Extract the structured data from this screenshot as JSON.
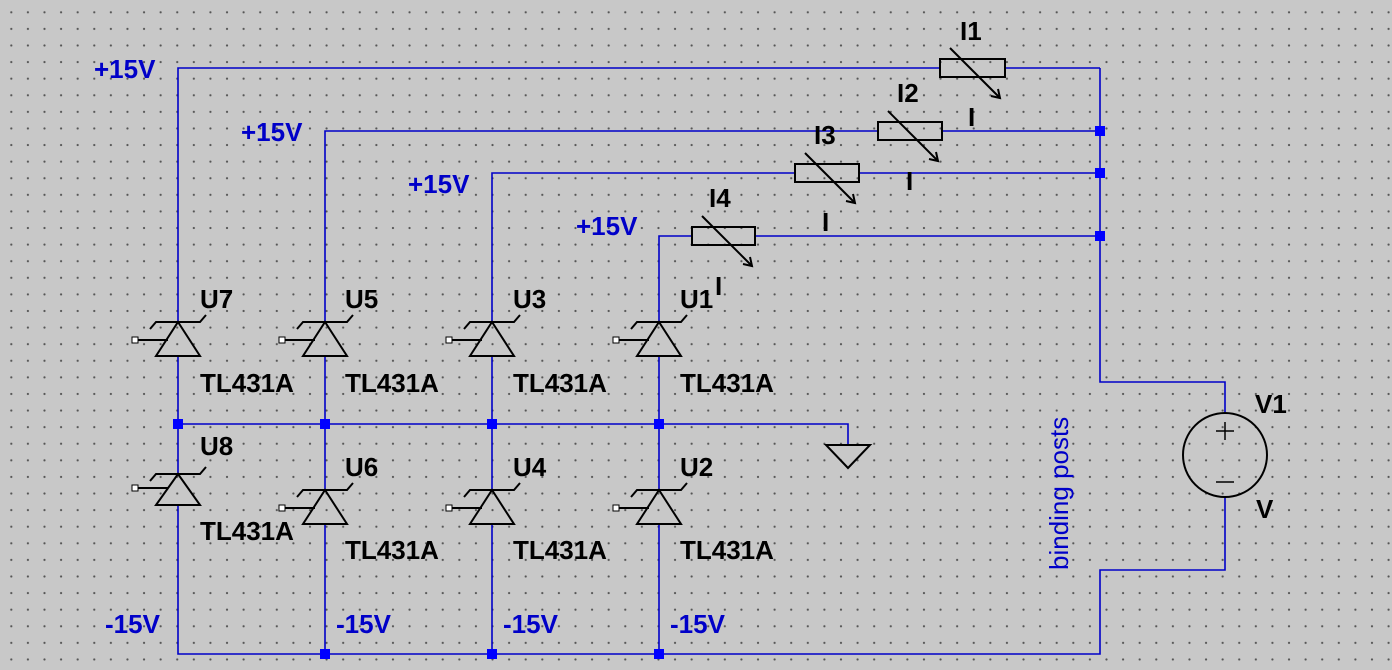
{
  "supply": {
    "pos": "+15V",
    "neg": "-15V"
  },
  "current_sources": [
    {
      "ref": "I1",
      "value": ""
    },
    {
      "ref": "I2",
      "value": "I"
    },
    {
      "ref": "I3",
      "value": "I"
    },
    {
      "ref": "I4",
      "value": "I"
    }
  ],
  "shunts_top": [
    {
      "ref": "U7",
      "part": "TL431A"
    },
    {
      "ref": "U5",
      "part": "TL431A"
    },
    {
      "ref": "U3",
      "part": "TL431A"
    },
    {
      "ref": "U1",
      "part": "TL431A"
    }
  ],
  "shunts_bottom": [
    {
      "ref": "U8",
      "part": "TL431A"
    },
    {
      "ref": "U6",
      "part": "TL431A"
    },
    {
      "ref": "U4",
      "part": "TL431A"
    },
    {
      "ref": "U2",
      "part": "TL431A"
    }
  ],
  "u1_value": "I",
  "voltage_source": {
    "ref": "V1",
    "value": "V"
  },
  "net_label": "binding posts",
  "colors": {
    "wire": "#0000c8",
    "junction": "#0000ff",
    "component": "#000000",
    "background": "#c8c8c8"
  }
}
